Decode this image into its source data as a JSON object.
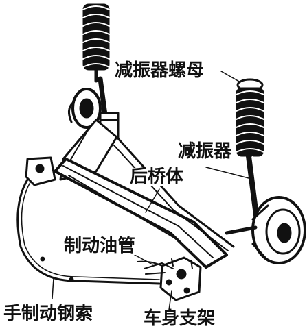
{
  "labels": {
    "shock_absorber_nut": "减振器螺母",
    "shock_absorber": "减振器",
    "rear_axle_body": "后桥体",
    "brake_oil_pipe": "制动油管",
    "handbrake_cable": "手制动钢索",
    "body_bracket": "车身支架"
  },
  "colors": {
    "ink": "#111111",
    "paper": "#ffffff"
  }
}
